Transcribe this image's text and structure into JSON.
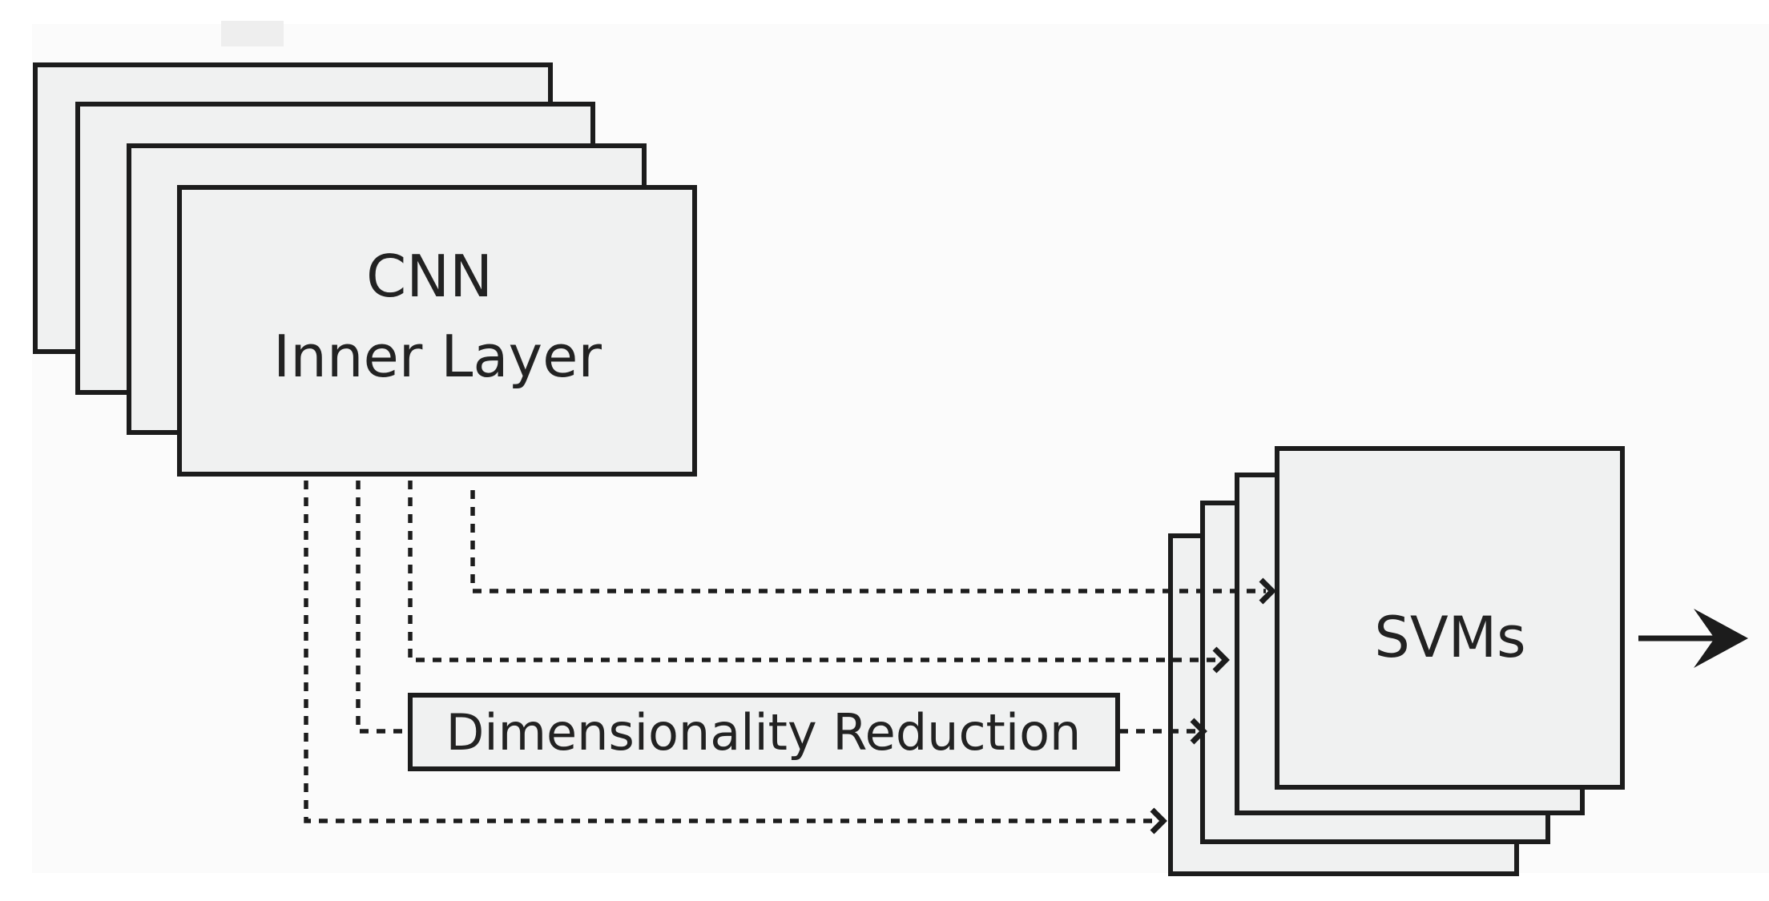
{
  "cnn": {
    "line1": "CNN",
    "line2": "Inner Layer"
  },
  "reduction": {
    "label": "Dimensionality Reduction"
  },
  "svm": {
    "label": "SVMs"
  },
  "colors": {
    "box_fill": "#f0f1f1",
    "stroke": "#1c1c1c"
  }
}
